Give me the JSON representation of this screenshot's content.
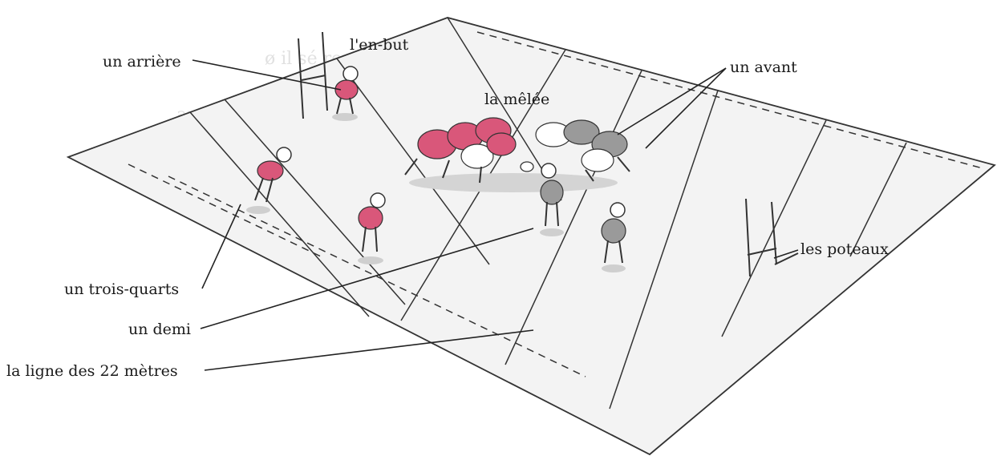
{
  "labels": {
    "in_goal": "l'en-but",
    "fullback": "un arrière",
    "scrum": "la mêlée",
    "forward": "un avant",
    "posts": "les poteaux",
    "three_quarter": "un trois-quarts",
    "half": "un demi",
    "line_22": "la ligne des 22 mètres"
  },
  "colors": {
    "jersey": "#d9577a",
    "opponent": "#9a9a9a",
    "field": "#f3f3f3",
    "ink": "#222222"
  }
}
